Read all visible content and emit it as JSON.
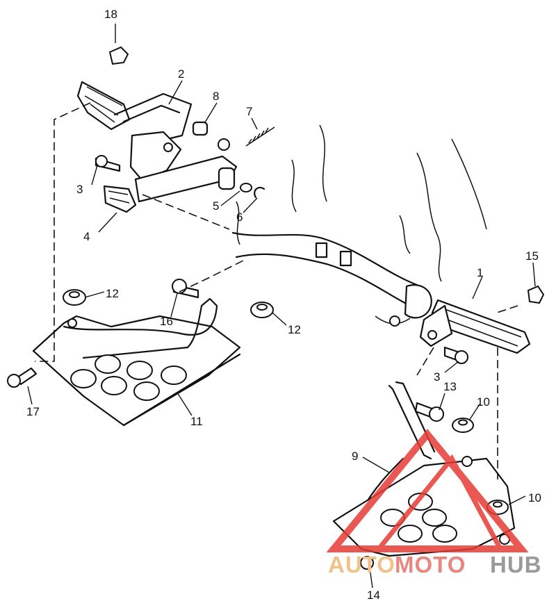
{
  "callouts": [
    "1",
    "2",
    "3",
    "4",
    "5",
    "6",
    "7",
    "8",
    "9",
    "10",
    "11",
    "12",
    "13",
    "14",
    "15",
    "16",
    "17",
    "18"
  ],
  "callout_extra": {
    "three_b": "3",
    "ten_b": "10",
    "twelve_b": "12"
  },
  "watermark": {
    "part_auto": "AUTO",
    "part_moto": "MOTO",
    "part_hub": "HUB",
    "color_auto": "#f2c28a",
    "color_moto": "#e98680",
    "color_hub": "#9a9a9a",
    "logo_color": "#e63b35"
  }
}
